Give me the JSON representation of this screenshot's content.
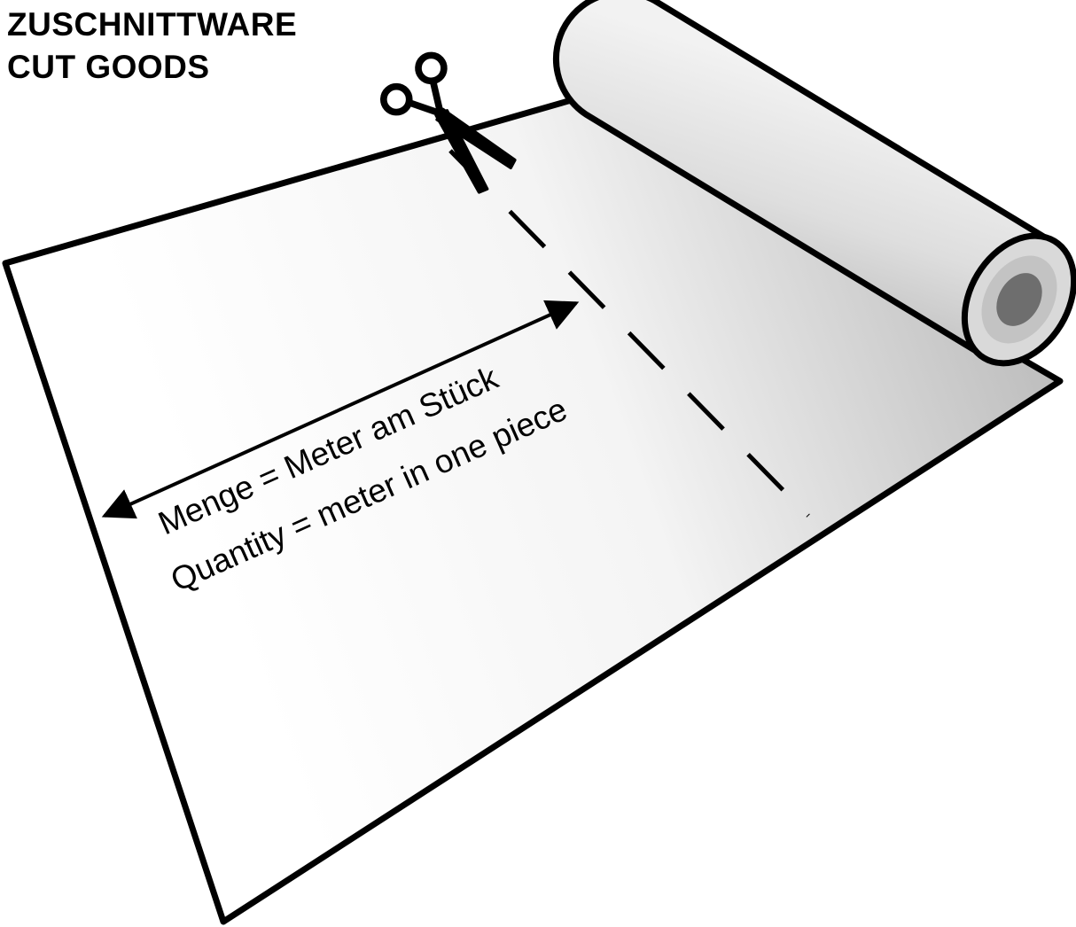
{
  "title": {
    "line1": "ZUSCHNITTWARE",
    "line2": "CUT GOODS"
  },
  "labels": {
    "de": "Menge = Meter am Stück",
    "en": "Quantity = meter in one piece"
  },
  "icons": {
    "scissors": "scissors-icon"
  },
  "diagram": {
    "kind": "fabric-roll-cut-goods-illustration",
    "cut_line_style": "dashed",
    "arrow": "double-headed-width-measure"
  },
  "colors": {
    "outline": "#000000",
    "sheet_light": "#ffffff",
    "sheet_mid": "#f4f4f4",
    "sheet_shade": "#bdbdbd",
    "roll_light": "#f2f2f2",
    "roll_shade": "#c0c0c0",
    "roll_end_outer": "#d9d9d9",
    "roll_end_ring": "#c3c3c3",
    "roll_core": "#6e6e6e"
  }
}
